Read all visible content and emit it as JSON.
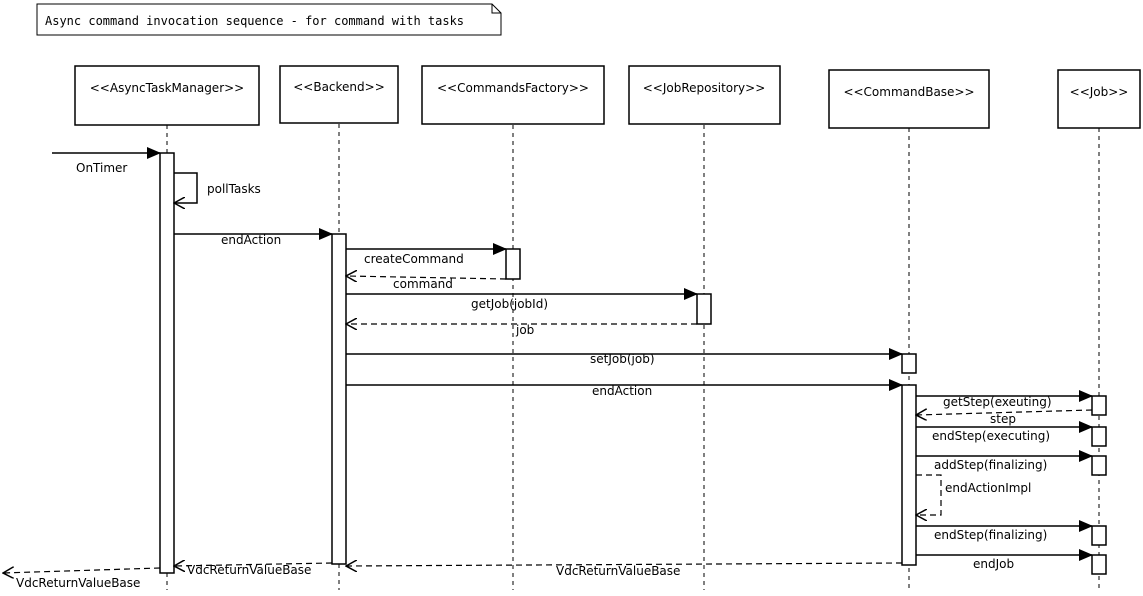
{
  "title_note": "Async command invocation sequence - for command with tasks",
  "participants": [
    {
      "id": "atm",
      "label": "<<AsyncTaskManager>>"
    },
    {
      "id": "backend",
      "label": "<<Backend>>"
    },
    {
      "id": "factory",
      "label": "<<CommandsFactory>>"
    },
    {
      "id": "jobrepo",
      "label": "<<JobRepository>>"
    },
    {
      "id": "cmdbase",
      "label": "<<CommandBase>>"
    },
    {
      "id": "job",
      "label": "<<Job>>"
    }
  ],
  "messages": [
    {
      "id": "ontimer",
      "label": "OnTimer",
      "from": "external",
      "to": "atm",
      "kind": "call"
    },
    {
      "id": "polltasks",
      "label": "pollTasks",
      "from": "atm",
      "to": "atm",
      "kind": "self"
    },
    {
      "id": "endaction1",
      "label": "endAction",
      "from": "atm",
      "to": "backend",
      "kind": "call"
    },
    {
      "id": "createcommand",
      "label": "createCommand",
      "from": "backend",
      "to": "factory",
      "kind": "call"
    },
    {
      "id": "command",
      "label": "command",
      "from": "factory",
      "to": "backend",
      "kind": "return"
    },
    {
      "id": "getjob",
      "label": "getJob(jobId)",
      "from": "backend",
      "to": "jobrepo",
      "kind": "call"
    },
    {
      "id": "job",
      "label": "job",
      "from": "jobrepo",
      "to": "backend",
      "kind": "return"
    },
    {
      "id": "setjob",
      "label": "setJob(job)",
      "from": "backend",
      "to": "cmdbase",
      "kind": "call"
    },
    {
      "id": "endaction2",
      "label": "endAction",
      "from": "backend",
      "to": "cmdbase",
      "kind": "call"
    },
    {
      "id": "getstep",
      "label": "getStep(exeuting)",
      "from": "cmdbase",
      "to": "job",
      "kind": "call"
    },
    {
      "id": "step",
      "label": "step",
      "from": "job",
      "to": "cmdbase",
      "kind": "return"
    },
    {
      "id": "endstep1",
      "label": "endStep(executing)",
      "from": "cmdbase",
      "to": "job",
      "kind": "call"
    },
    {
      "id": "addstep",
      "label": "addStep(finalizing)",
      "from": "cmdbase",
      "to": "job",
      "kind": "call"
    },
    {
      "id": "endactionimpl",
      "label": "endActionImpl",
      "from": "cmdbase",
      "to": "cmdbase",
      "kind": "self-return"
    },
    {
      "id": "endstep2",
      "label": "endStep(finalizing)",
      "from": "cmdbase",
      "to": "job",
      "kind": "call"
    },
    {
      "id": "endjob",
      "label": "endJob",
      "from": "cmdbase",
      "to": "job",
      "kind": "call"
    },
    {
      "id": "ret_cmd",
      "label": "VdcReturnValueBase",
      "from": "cmdbase",
      "to": "backend",
      "kind": "return"
    },
    {
      "id": "ret_backend",
      "label": "VdcReturnValueBase",
      "from": "backend",
      "to": "atm",
      "kind": "return"
    },
    {
      "id": "ret_atm",
      "label": "VdcReturnValueBase",
      "from": "atm",
      "to": "external",
      "kind": "return"
    }
  ]
}
